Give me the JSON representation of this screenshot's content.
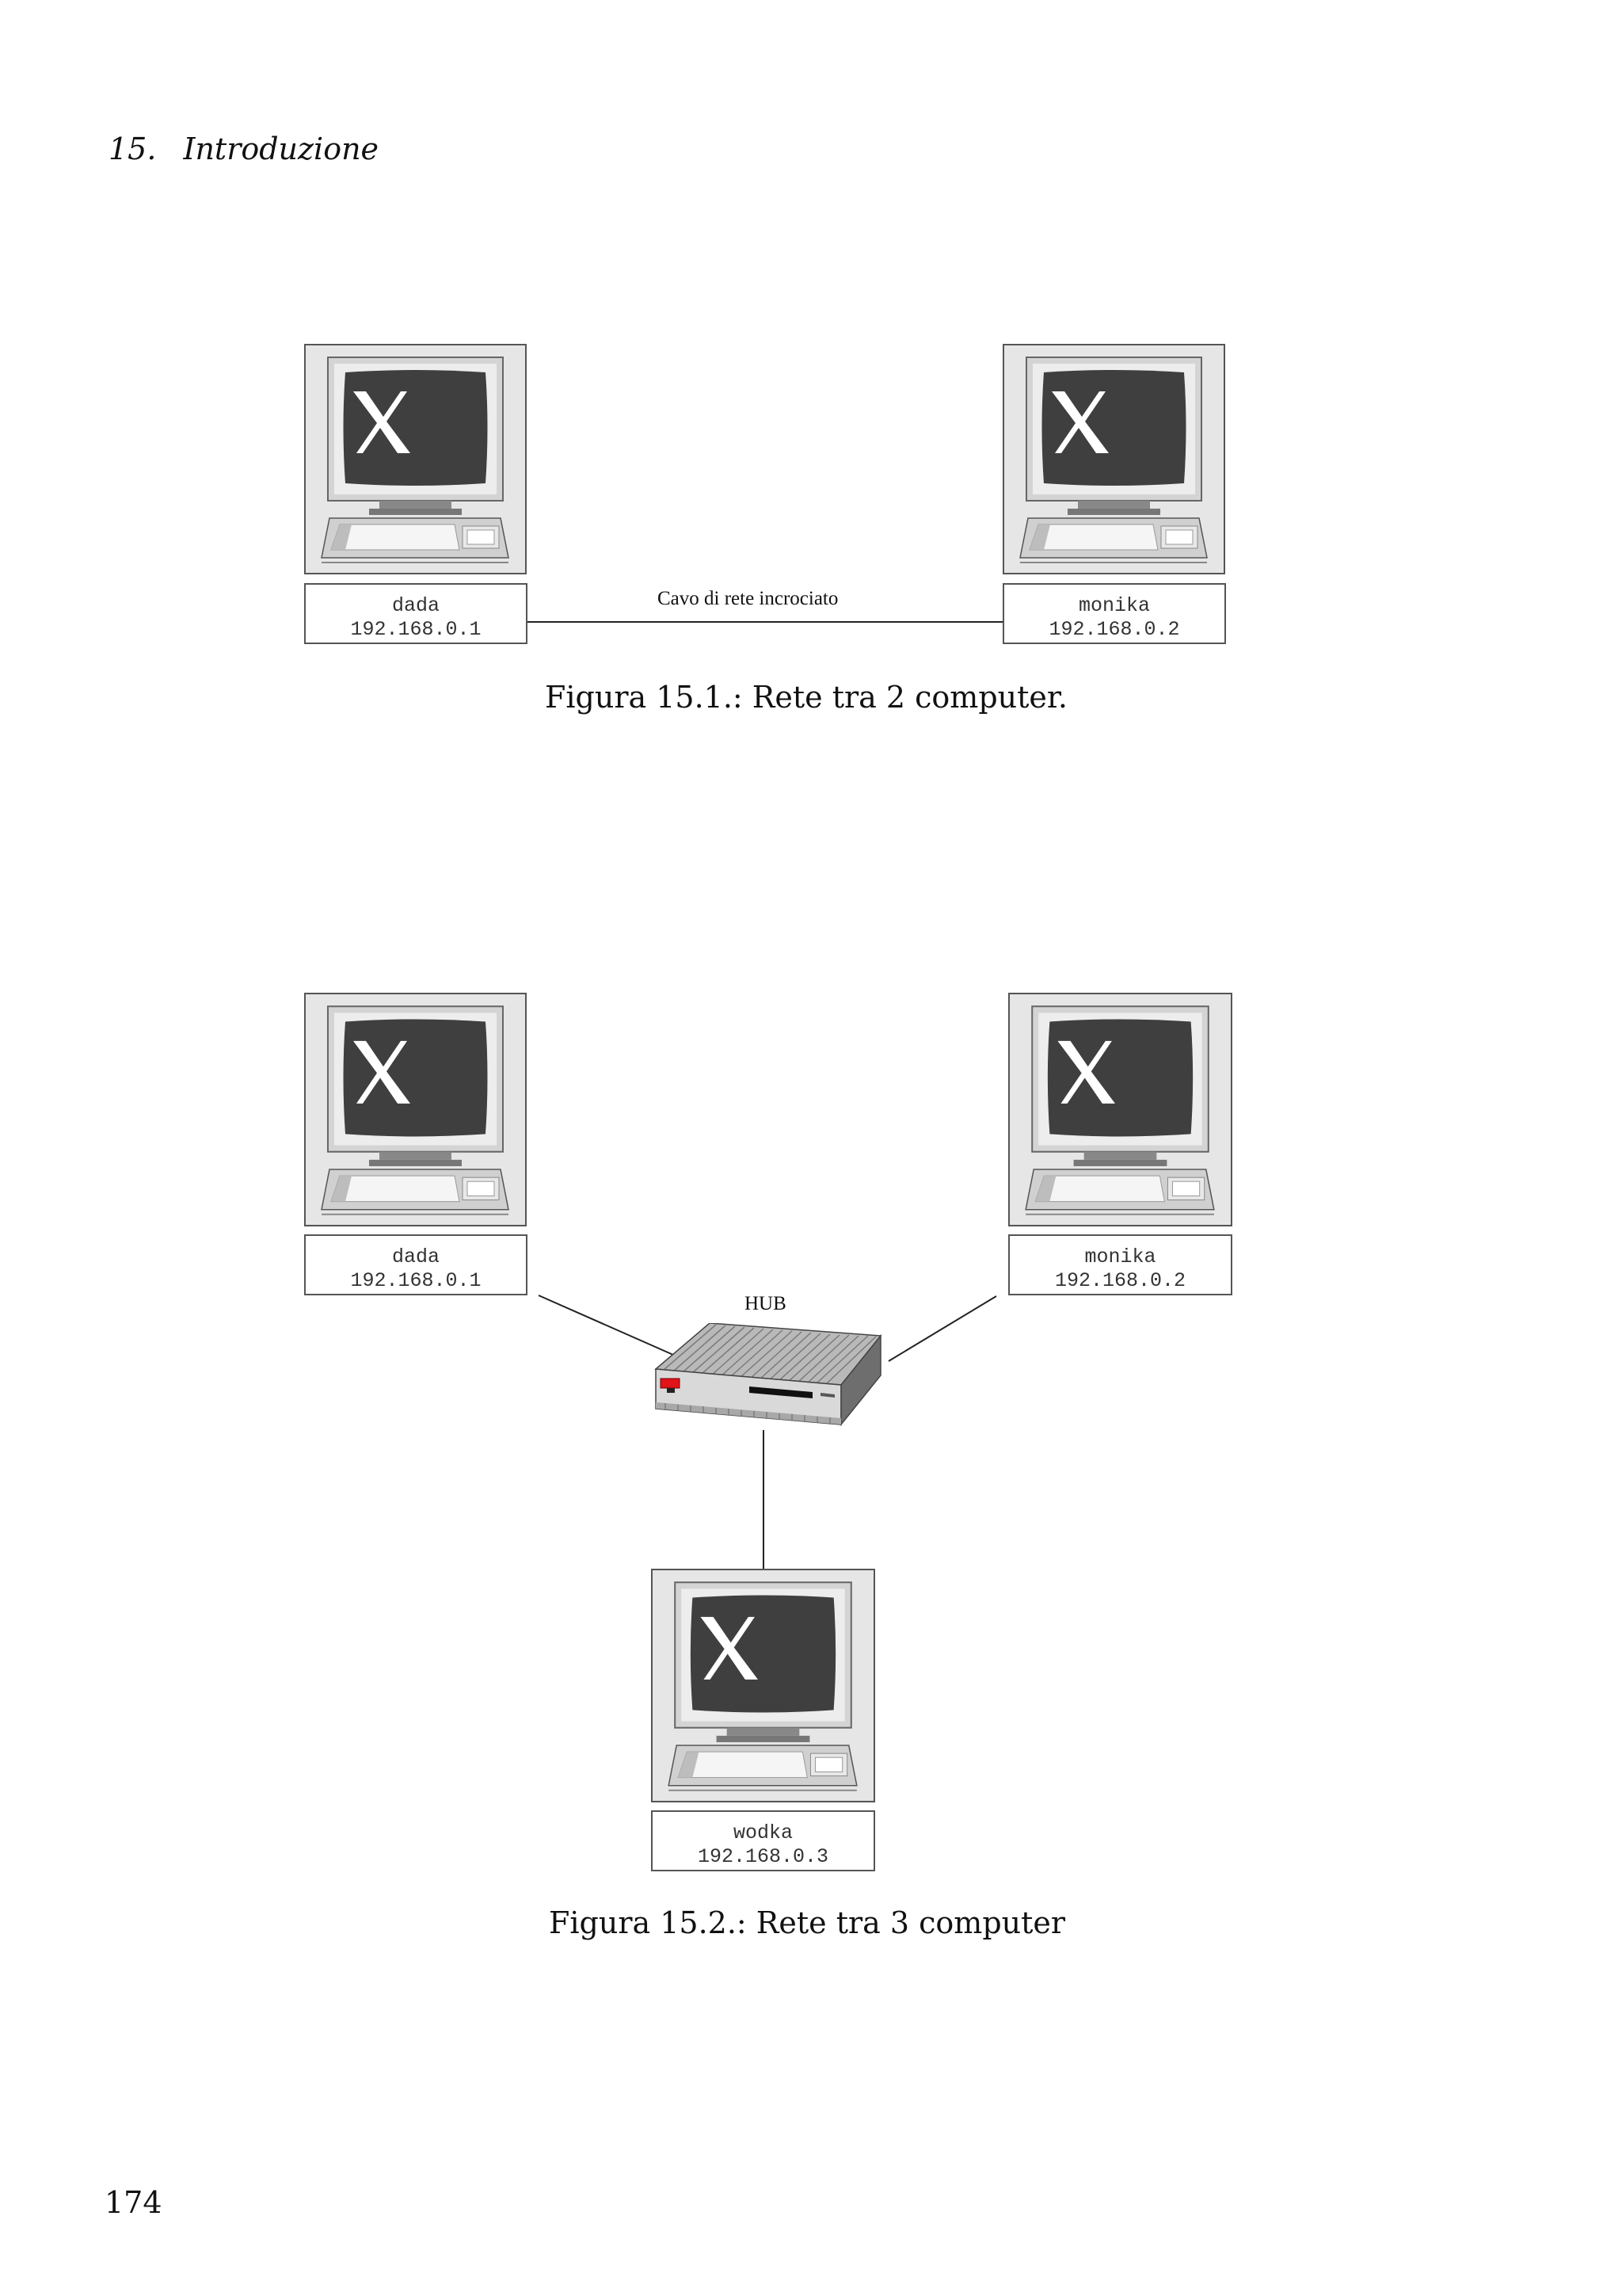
{
  "header": {
    "chapter_number": "15.",
    "chapter_title": "Introduzione"
  },
  "figure1": {
    "caption": "Figura 15.1.: Rete tra 2 computer.",
    "cable_label": "Cavo di rete incrociato",
    "computers": [
      {
        "host": "dada",
        "ip": "192.168.0.1",
        "icon": "x-workstation-icon"
      },
      {
        "host": "monika",
        "ip": "192.168.0.2",
        "icon": "x-workstation-icon"
      }
    ]
  },
  "figure2": {
    "caption": "Figura 15.2.: Rete tra 3 computer",
    "hub_label": "HUB",
    "computers": [
      {
        "host": "dada",
        "ip": "192.168.0.1",
        "icon": "x-workstation-icon"
      },
      {
        "host": "monika",
        "ip": "192.168.0.2",
        "icon": "x-workstation-icon"
      },
      {
        "host": "wodka",
        "ip": "192.168.0.3",
        "icon": "x-workstation-icon"
      }
    ]
  },
  "footer": {
    "page_number": "174"
  },
  "colors": {
    "screen": "#3f3f3f",
    "case": "#e6e6e6",
    "hub_led": "#e0141a"
  }
}
